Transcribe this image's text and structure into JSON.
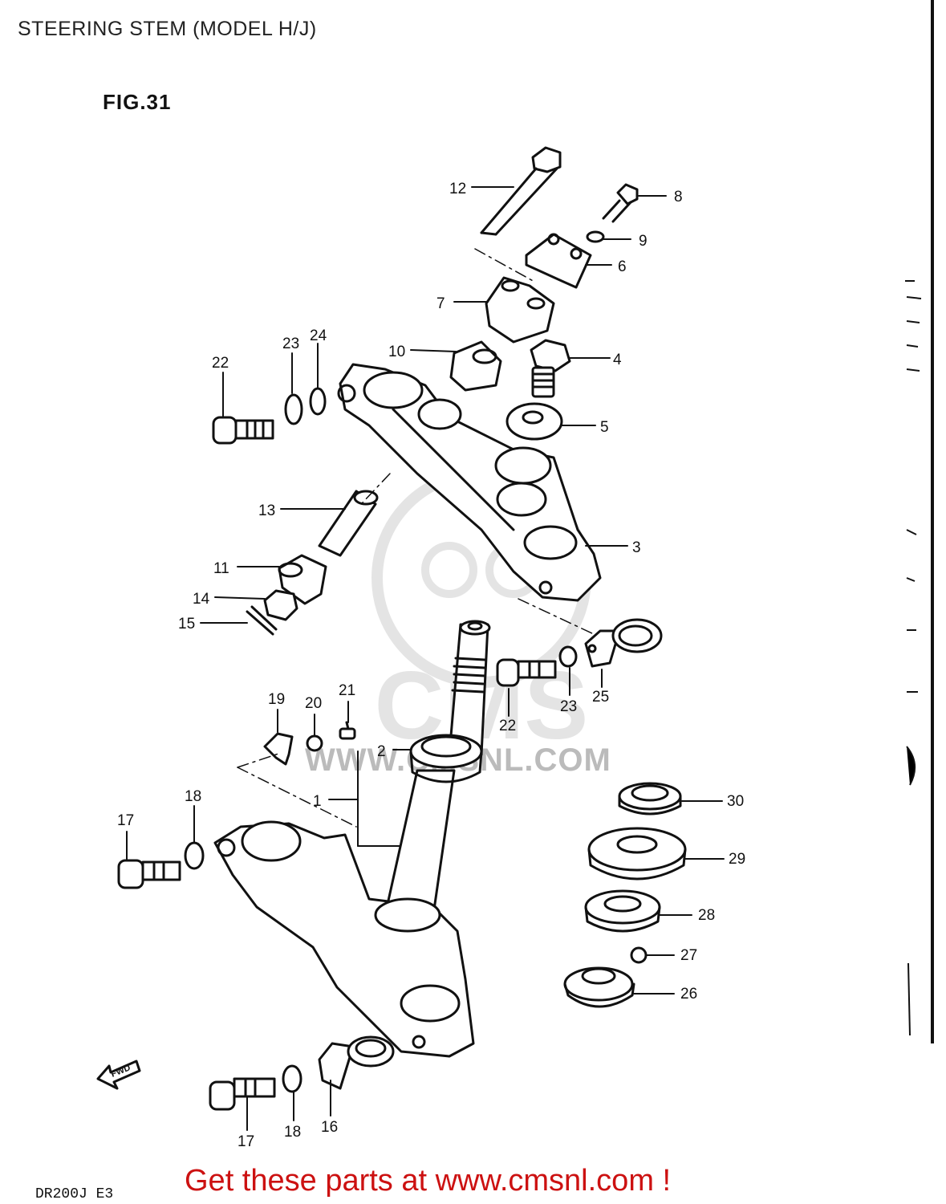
{
  "page": {
    "title": "STEERING STEM (MODEL H/J)",
    "figure_label": "FIG.31",
    "model_code": "DR200J  E3",
    "cta_prefix": "Get these parts at ",
    "cta_site": "www.cmsnl.com",
    "cta_suffix": " !",
    "fwd_label": "FWD",
    "watermark": "WWW.CMSNL.COM"
  },
  "callouts": [
    "1",
    "2",
    "3",
    "4",
    "5",
    "6",
    "7",
    "8",
    "9",
    "10",
    "11",
    "12",
    "13",
    "14",
    "15",
    "16",
    "17",
    "17",
    "18",
    "18",
    "19",
    "20",
    "21",
    "22",
    "22",
    "23",
    "23",
    "24",
    "25",
    "26",
    "27",
    "28",
    "29",
    "30"
  ],
  "colors": {
    "line": "#111111",
    "cta": "#cc1111",
    "watermark": "#bbbbbb"
  }
}
